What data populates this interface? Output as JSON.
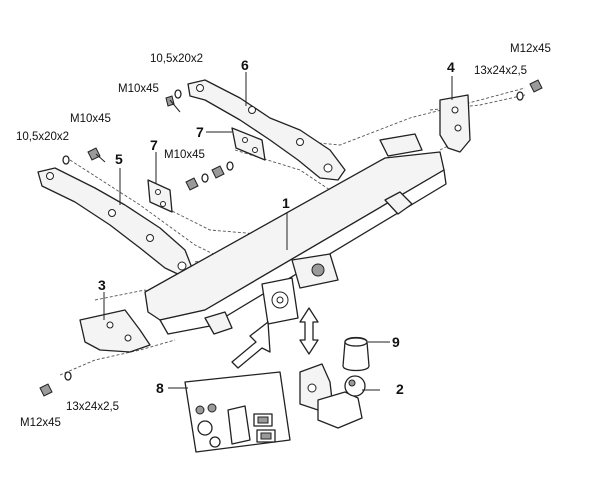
{
  "callouts": {
    "p1": "1",
    "p2": "2",
    "p3": "3",
    "p4": "4",
    "p5": "5",
    "p6": "6",
    "p7a": "7",
    "p7b": "7",
    "p8": "8",
    "p9": "9"
  },
  "specs": {
    "washer_top_6": "10,5x20x2",
    "bolt_top_6": "M10x45",
    "washer_left_5": "10,5x20x2",
    "bolt_left_5": "M10x45",
    "bolt_mid_7": "M10x45",
    "bolt_right_4": "M12x45",
    "washer_right_4": "13x24x2,5",
    "bolt_bottom_3": "M12x45",
    "washer_bottom_3": "13x24x2,5"
  }
}
